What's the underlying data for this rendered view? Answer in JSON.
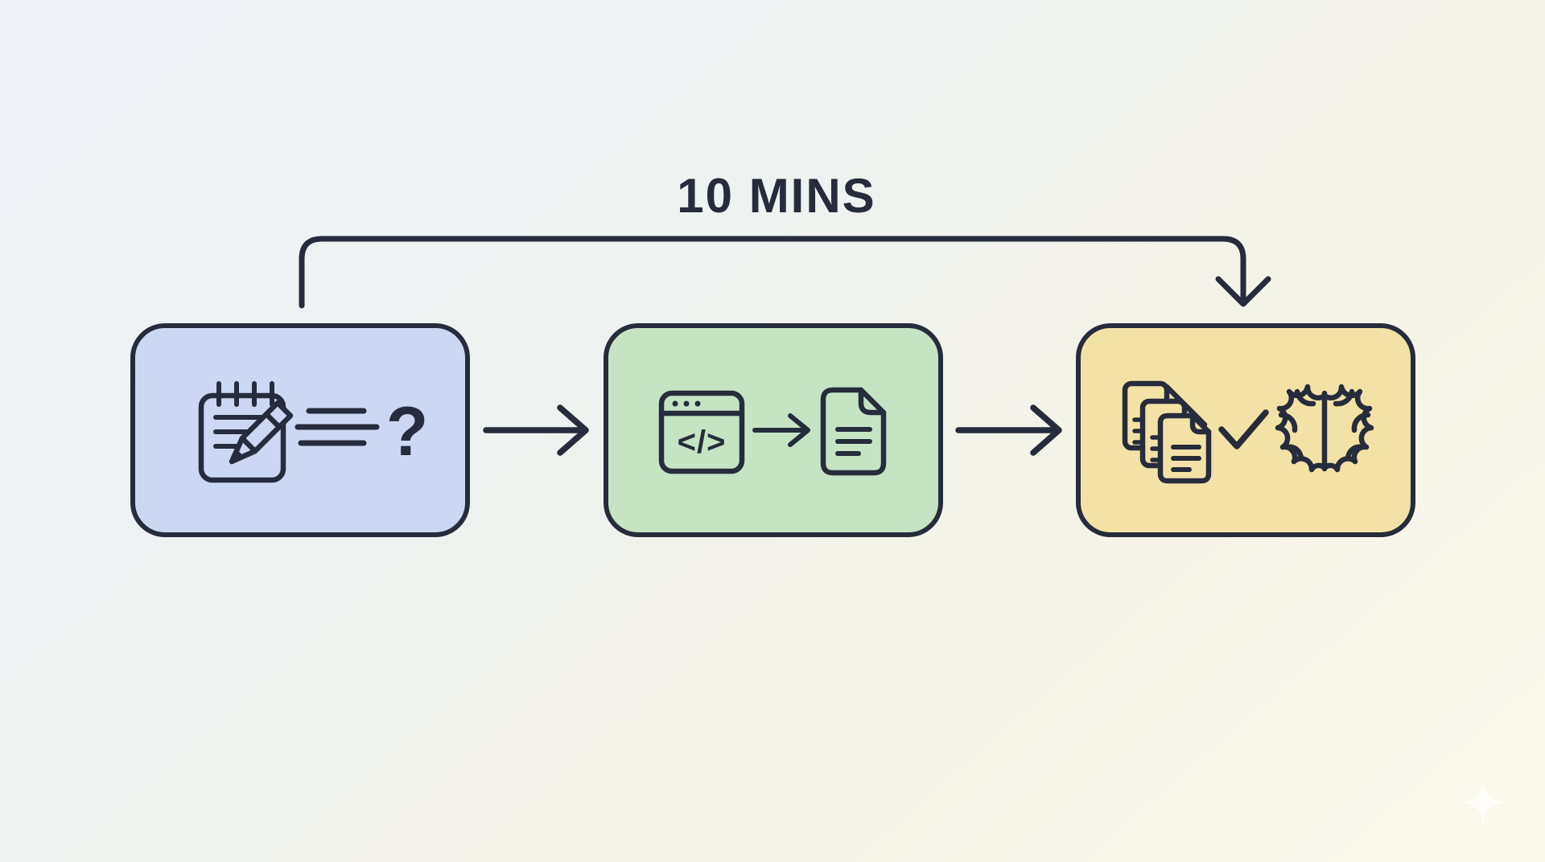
{
  "diagram": {
    "duration_label": "10 MINS",
    "colors": {
      "ink": "#262c3c",
      "background_left": "#edf1f5",
      "background_right": "#fbf8ec",
      "sparkle": "#ffffff"
    },
    "stages": [
      {
        "name": "question-notes",
        "fill": "#ccd7f1",
        "icons": [
          "notepad-pencil-icon",
          "text-lines-icon",
          "question-mark"
        ],
        "question_glyph": "?"
      },
      {
        "name": "code-generates-document",
        "fill": "#c6e3c4",
        "icons": [
          "code-window-icon",
          "mini-arrow-right-icon",
          "document-icon"
        ],
        "code_glyph": "</>"
      },
      {
        "name": "documents-check-knowledge",
        "fill": "#f2e2a5",
        "icons": [
          "document-stack-icon",
          "checkmark-icon",
          "brain-icon"
        ]
      }
    ]
  }
}
